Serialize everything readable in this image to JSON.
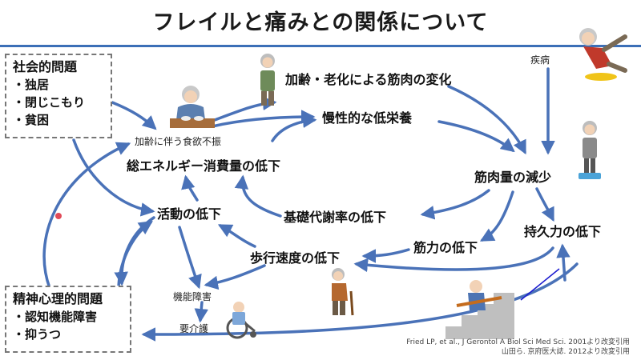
{
  "title": "フレイルと痛みとの関係について",
  "social_box": {
    "heading": "社会的問題",
    "items": [
      "・独居",
      "・閉じこもり",
      "・貧困"
    ]
  },
  "mental_box": {
    "heading": "精神心理的問題",
    "items": [
      "・認知機能障害",
      "・抑うつ"
    ]
  },
  "nodes": {
    "aging_muscle": "加齢・老化による筋肉の変化",
    "malnutrition": "慢性的な低栄養",
    "appetite": "加齢に伴う食欲不振",
    "energy": "総エネルギー消費量の低下",
    "muscle_mass": "筋肉量の減少",
    "activity": "活動の低下",
    "basal_metabolism": "基礎代謝率の低下",
    "endurance": "持久力の低下",
    "strength": "筋力の低下",
    "walking": "歩行速度の低下",
    "disability": "機能障害",
    "care": "要介護",
    "disease": "疾病"
  },
  "citation": {
    "line1": "Fried LP, et al., J Gerontol A Biol Sci Med Sci. 2001より改変引用",
    "line2": "山田ら. 京府医大誌. 2012より改変引用"
  },
  "colors": {
    "arrow": "#4a72b8",
    "title_rule": "#3c6fb7",
    "box_border": "#777777",
    "dot": "#e14b59"
  },
  "illustrations": [
    "elderly-eating-icon",
    "elderly-standing-icon",
    "falling-person-icon",
    "elderly-on-scale-icon",
    "elderly-walking-cane-icon",
    "wheelchair-icon",
    "elderly-stairs-icon"
  ]
}
